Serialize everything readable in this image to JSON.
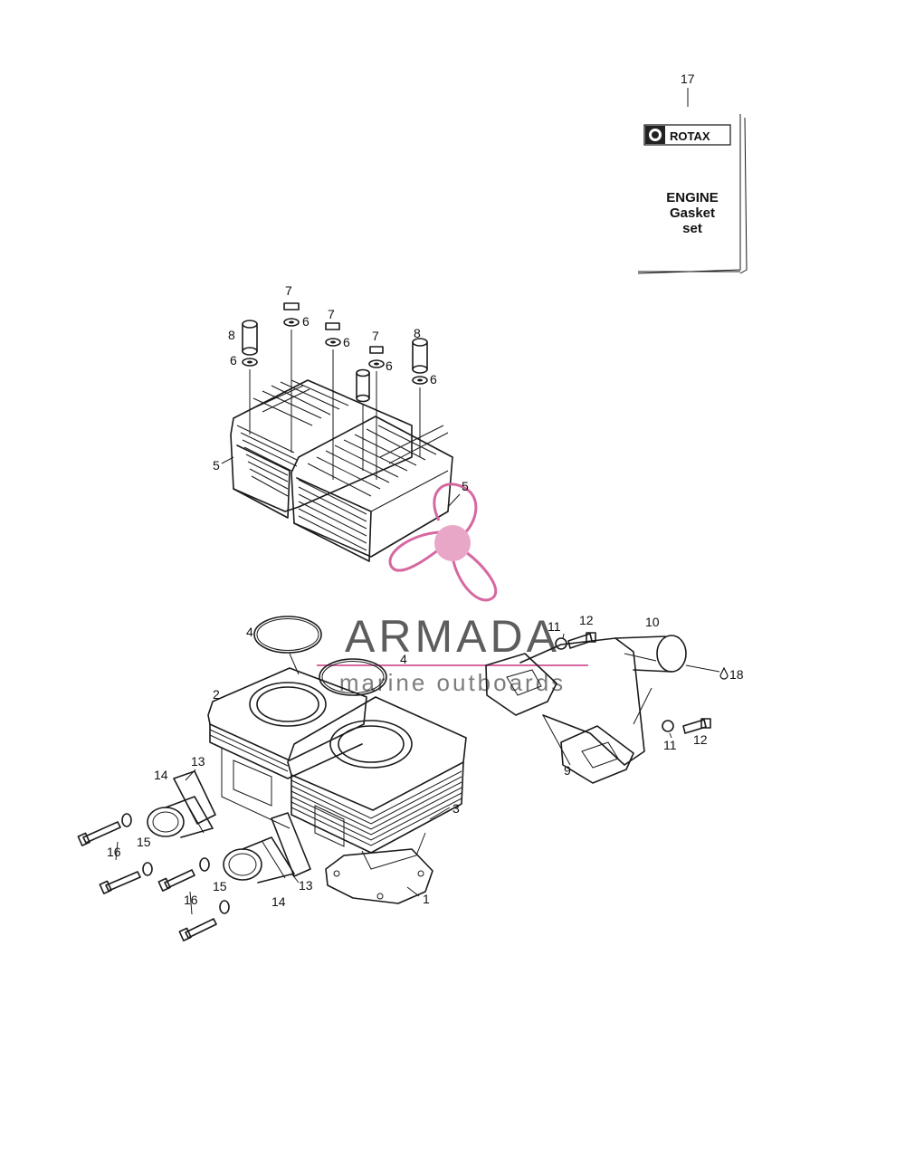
{
  "kit_box": {
    "number": "17",
    "brand": "ROTAX",
    "line1": "ENGINE",
    "line2": "Gasket",
    "line3": "set"
  },
  "watermark": {
    "word": "ARMADA",
    "tagline": "marine outboards",
    "color": "#d4609c",
    "light_color": "#e8a3c6"
  },
  "callouts": {
    "c1": "1",
    "c2": "2",
    "c3": "3",
    "c4a": "4",
    "c4b": "4",
    "c5a": "5",
    "c5b": "5",
    "c6a": "6",
    "c6b": "6",
    "c6c": "6",
    "c6d": "6",
    "c6e": "6",
    "c7a": "7",
    "c7b": "7",
    "c7c": "7",
    "c8a": "8",
    "c8b": "8",
    "c9": "9",
    "c10": "10",
    "c11a": "11",
    "c11b": "11",
    "c12a": "12",
    "c12b": "12",
    "c13a": "13",
    "c13b": "13",
    "c14a": "14",
    "c14b": "14",
    "c15a": "15",
    "c15b": "15",
    "c16a": "16",
    "c16b": "16",
    "c18": "18"
  }
}
